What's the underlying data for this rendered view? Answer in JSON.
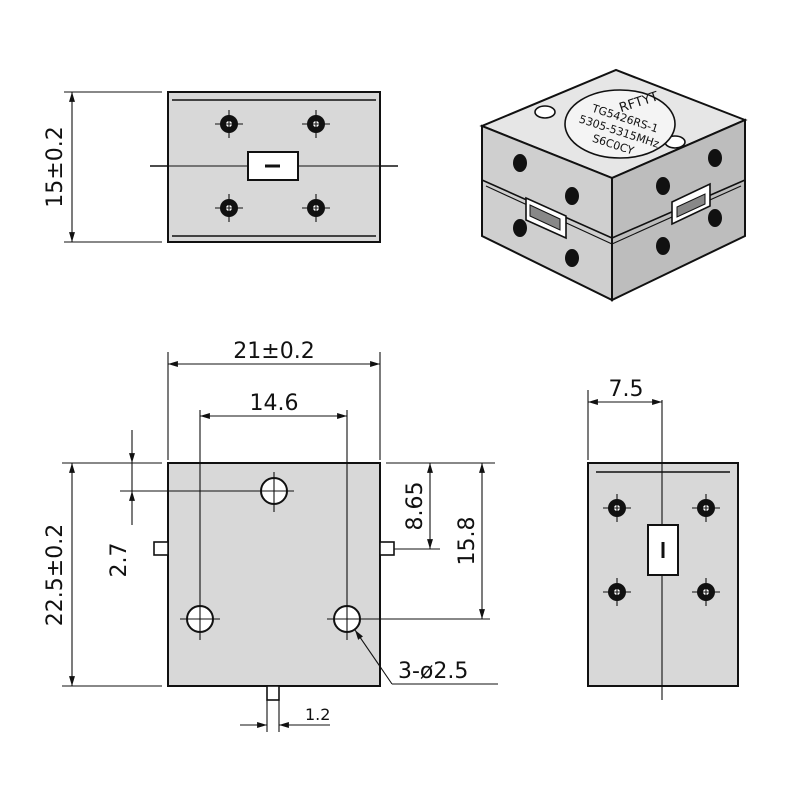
{
  "dimensions": {
    "top_height": "15±0.2",
    "width": "21±0.2",
    "hole_spacing": "14.6",
    "hole_offset": "2.7",
    "port_offset": "8.65",
    "port_to_hole": "15.8",
    "body_height": "22.5±0.2",
    "hole_callout": "3-ø2.5",
    "pin_width": "1.2",
    "side_half_width": "7.5"
  },
  "iso_label": {
    "brand": "RFTYT",
    "line1": "TG5426RS-1",
    "line2": "5305-5315MHz",
    "line3": "S6C0CY"
  }
}
